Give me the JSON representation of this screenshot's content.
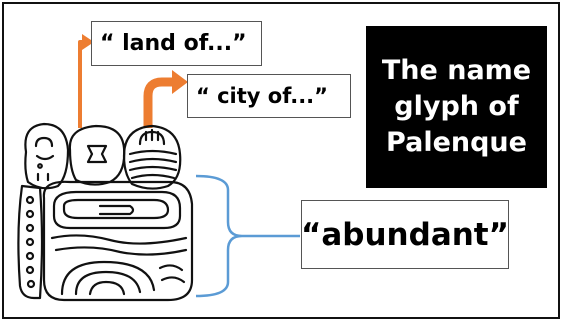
{
  "labels": {
    "land_of": "“ land of...”",
    "city_of": "“ city of...”",
    "abundant": "“abundant”"
  },
  "title": {
    "text": "The name glyph of Palenque"
  },
  "colors": {
    "arrow": "#ED7D31",
    "bracket": "#5B9BD5",
    "title_background": "#000000",
    "title_text": "#FFFFFF",
    "ink": "#111111"
  },
  "icons": {
    "glyph": "palenque-name-glyph-drawing"
  }
}
